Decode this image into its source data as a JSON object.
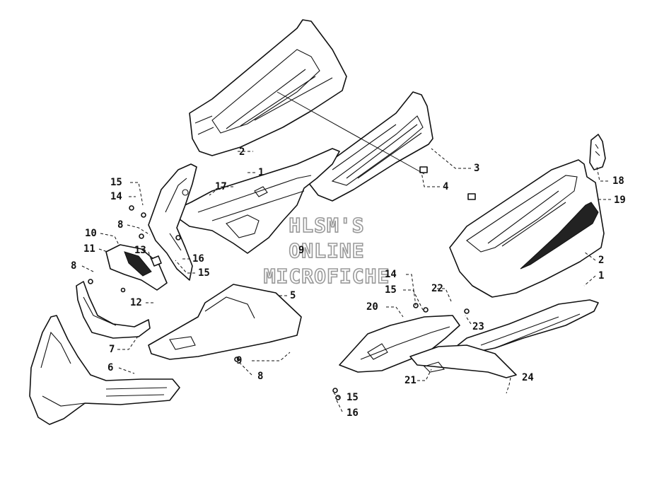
{
  "watermark": {
    "line1": "HLSM'S",
    "line2": "ONLINE",
    "line3": "MICROFICHE"
  },
  "callouts": [
    {
      "id": "c2a",
      "label": "2"
    },
    {
      "id": "c1a",
      "label": "1"
    },
    {
      "id": "c17",
      "label": "17"
    },
    {
      "id": "c15a",
      "label": "15"
    },
    {
      "id": "c14a",
      "label": "14"
    },
    {
      "id": "c8a",
      "label": "8"
    },
    {
      "id": "c10",
      "label": "10"
    },
    {
      "id": "c11",
      "label": "11"
    },
    {
      "id": "c13",
      "label": "13"
    },
    {
      "id": "c16a",
      "label": "16"
    },
    {
      "id": "c15b",
      "label": "15"
    },
    {
      "id": "c9a",
      "label": "9"
    },
    {
      "id": "c8b",
      "label": "8"
    },
    {
      "id": "c12",
      "label": "12"
    },
    {
      "id": "c7",
      "label": "7"
    },
    {
      "id": "c5",
      "label": "5"
    },
    {
      "id": "c9b",
      "label": "9"
    },
    {
      "id": "c8c",
      "label": "8"
    },
    {
      "id": "c6",
      "label": "6"
    },
    {
      "id": "c3",
      "label": "3"
    },
    {
      "id": "c4",
      "label": "4"
    },
    {
      "id": "c18",
      "label": "18"
    },
    {
      "id": "c19",
      "label": "19"
    },
    {
      "id": "c2b",
      "label": "2"
    },
    {
      "id": "c1b",
      "label": "1"
    },
    {
      "id": "c14b",
      "label": "14"
    },
    {
      "id": "c15c",
      "label": "15"
    },
    {
      "id": "c22",
      "label": "22"
    },
    {
      "id": "c20",
      "label": "20"
    },
    {
      "id": "c23",
      "label": "23"
    },
    {
      "id": "c21",
      "label": "21"
    },
    {
      "id": "c24",
      "label": "24"
    },
    {
      "id": "c15d",
      "label": "15"
    },
    {
      "id": "c16b",
      "label": "16"
    }
  ]
}
